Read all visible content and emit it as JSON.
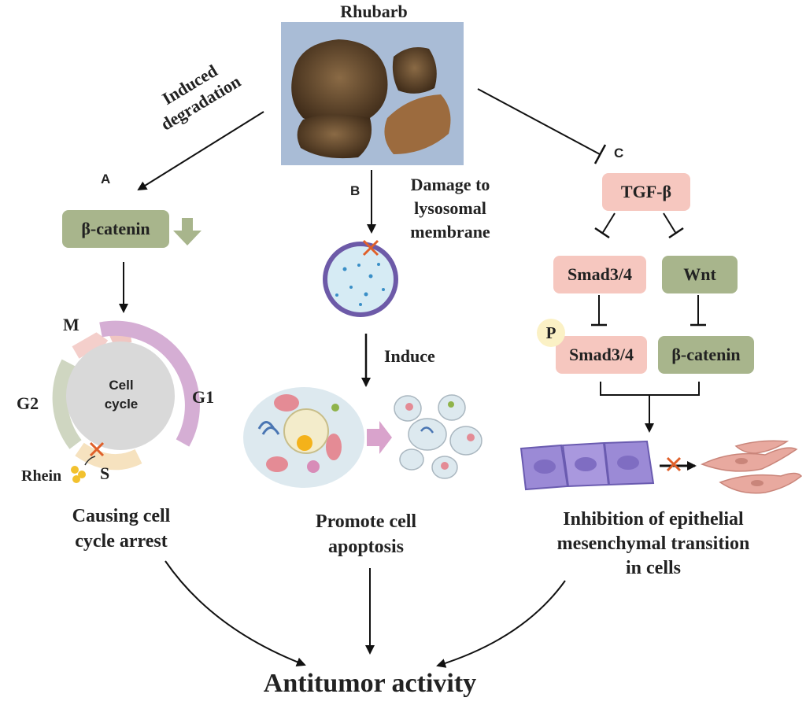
{
  "top": {
    "title": "Rhubarb"
  },
  "branch_a": {
    "letter": "A",
    "arrow_label_line1": "Induced",
    "arrow_label_line2": "degradation",
    "box": "β-catenin",
    "cycle": {
      "center_line1": "Cell",
      "center_line2": "cycle",
      "phase_m": "M",
      "phase_g1": "G1",
      "phase_g2": "G2",
      "phase_s": "S",
      "drug": "Rhein"
    },
    "result_line1": "Causing cell",
    "result_line2": "cycle arrest"
  },
  "branch_b": {
    "letter": "B",
    "arrow_label_line1": "Damage to",
    "arrow_label_line2": "lysosomal",
    "arrow_label_line3": "membrane",
    "induce": "Induce",
    "result_line1": "Promote cell",
    "result_line2": "apoptosis"
  },
  "branch_c": {
    "letter": "C",
    "tgf": "TGF-β",
    "smad_top": "Smad3/4",
    "wnt": "Wnt",
    "phospho": "P",
    "smad_bottom": "Smad3/4",
    "catenin": "β-catenin",
    "result_line1": "Inhibition of epithelial",
    "result_line2": "mesenchymal transition",
    "result_line3": "in cells"
  },
  "bottom": {
    "title": "Antitumor activity"
  },
  "colors": {
    "green_box": "#a8b58c",
    "pink_box": "#f6c7bf",
    "cross": "#e0602a",
    "cell_purple": "#9b8ad6",
    "mesench": "#e8a99f"
  }
}
